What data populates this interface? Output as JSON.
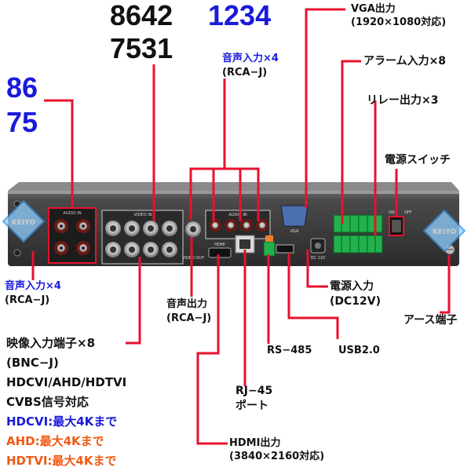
{
  "digits": {
    "rear_top_row": "8642",
    "rear_bottom_row": "7531",
    "audio_top_order": "1234",
    "left_top": "86",
    "left_bottom": "75"
  },
  "panel_text": {
    "audio_in": "AUDIO IN",
    "video_in": "VIDEO IN",
    "audio_in_2": "AUDIO IN",
    "video_out": "VIDEO OUT",
    "hdmi": "HDMI",
    "vga": "VGA",
    "dc": "DC 12V",
    "on": "ON",
    "off": "OFF",
    "watermark": "KEIYO"
  },
  "callouts": {
    "vga": {
      "line1": "VGA出力",
      "line2": "(1920×1080対応)"
    },
    "alarm_in": "アラーム入力×8",
    "relay_out": "リレー出力×3",
    "power_switch": "電源スイッチ",
    "audio_in_right": {
      "line1": "音声入力×4",
      "line2": "(RCA−J)"
    },
    "audio_in_left": {
      "line1": "音声入力×4",
      "line2": "(RCA−J)"
    },
    "audio_out": {
      "line1": "音声出力",
      "line2": "(RCA−J)"
    },
    "power_input": {
      "line1": "電源入力",
      "line2": "(DC12V)"
    },
    "ground": "アース端子",
    "rs485": "RS−485",
    "usb": "USB2.0",
    "rj45": {
      "line1": "RJ−45",
      "line2": "ポート"
    },
    "hdmi_out": {
      "line1": "HDMI出力",
      "line2": "(3840×2160対応)"
    }
  },
  "video_input_block": {
    "lines": [
      "映像入力端子×8",
      "(BNC−J)",
      "HDCVI/AHD/HDTVI",
      "CVBS信号対応"
    ],
    "hdcvi": "HDCVI:最大4Kまで",
    "ahd": "AHD:最大4Kまで",
    "hdtvi": "HDTVI:最大4Kまで"
  },
  "colors": {
    "leader_line": "#e8112d",
    "blue_text": "#1a1adc",
    "orange_text": "#f05a14",
    "panel": "#3c3c3c",
    "terminal_green": "#22b14c"
  }
}
